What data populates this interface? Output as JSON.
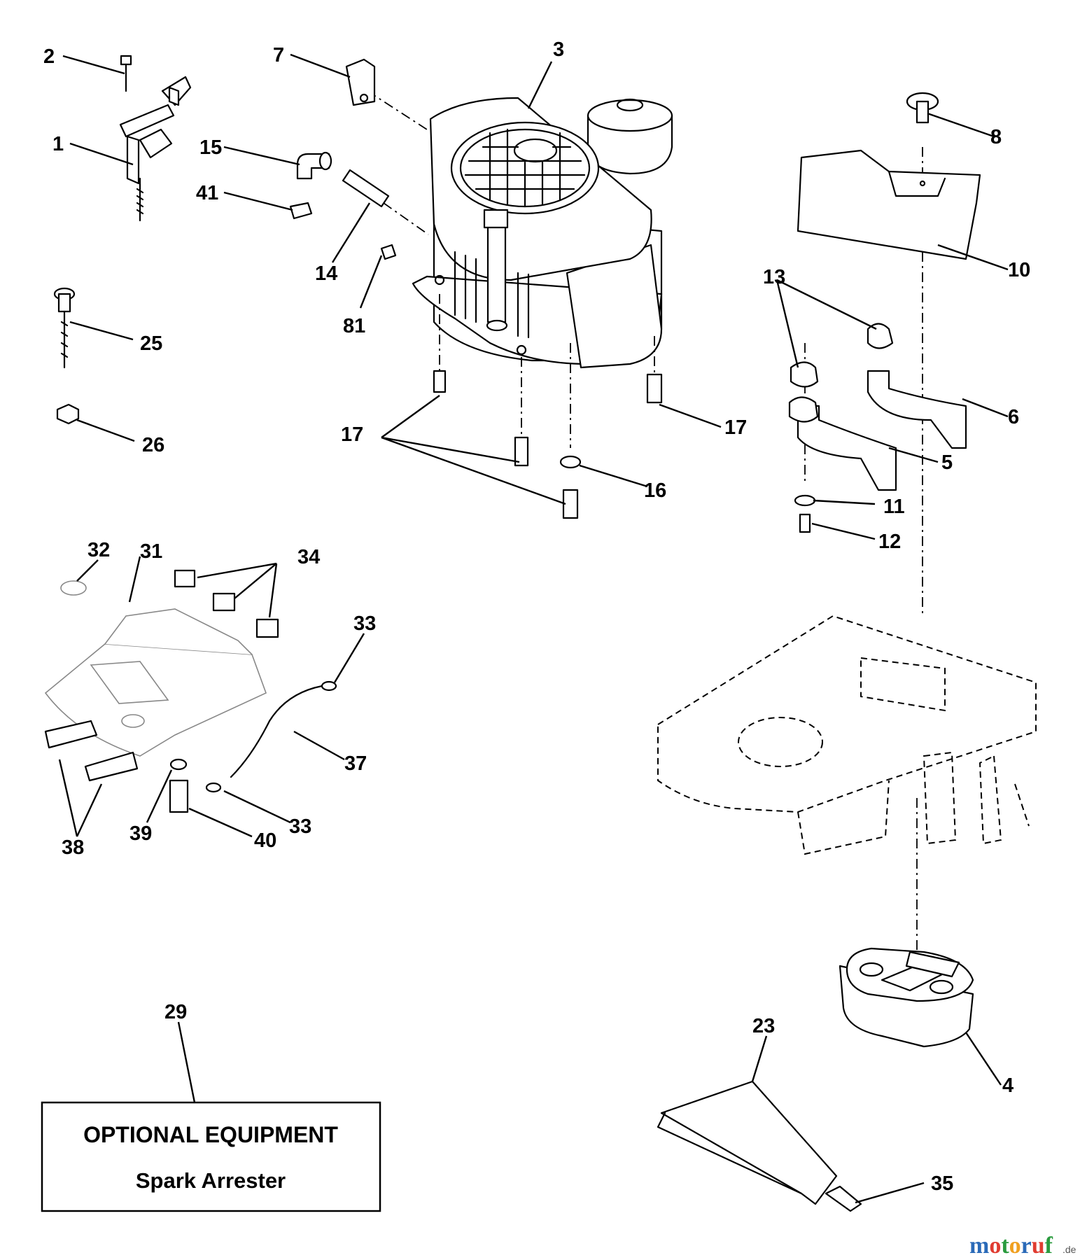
{
  "callouts": [
    "1",
    "2",
    "3",
    "4",
    "5",
    "6",
    "7",
    "8",
    "10",
    "11",
    "12",
    "13",
    "14",
    "15",
    "16",
    "17",
    "17",
    "23",
    "25",
    "26",
    "29",
    "31",
    "32",
    "33",
    "33",
    "34",
    "35",
    "37",
    "38",
    "39",
    "40",
    "41",
    "81"
  ],
  "note_box": {
    "line1": "OPTIONAL EQUIPMENT",
    "line2": "Spark Arrester"
  },
  "watermark": {
    "text": "motoruf",
    "suffix": ".de",
    "colors": [
      "#2a6ab8",
      "#e03c31",
      "#2a9b3e",
      "#f0a020",
      "#2a6ab8",
      "#e03c31",
      "#2a9b3e"
    ]
  }
}
